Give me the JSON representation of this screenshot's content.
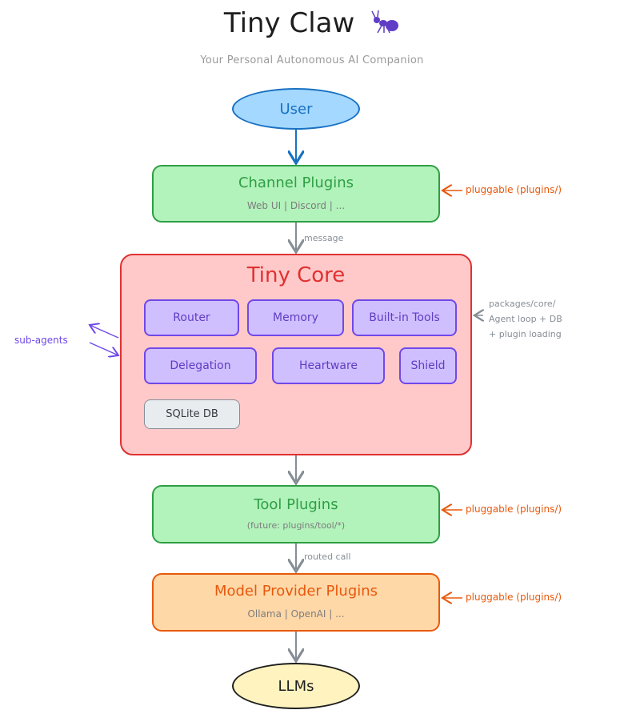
{
  "title": "Tiny Claw",
  "subtitle": "Your Personal Autonomous AI Companion",
  "user_node": "User",
  "channel_plugins": {
    "title": "Channel Plugins",
    "sub": "Web UI  |  Discord  |  ..."
  },
  "message_label": "message",
  "tiny_core": {
    "title": "Tiny Core",
    "modules": [
      "Router",
      "Memory",
      "Built-in Tools",
      "Delegation",
      "Heartware",
      "Shield"
    ],
    "db": "SQLite DB"
  },
  "core_note": [
    "packages/core/",
    "Agent loop + DB",
    "+ plugin loading"
  ],
  "sub_agents_label": "sub-agents",
  "tool_plugins": {
    "title": "Tool Plugins",
    "sub": "(future: plugins/tool/*)"
  },
  "routed_call_label": "routed call",
  "model_provider_plugins": {
    "title": "Model Provider Plugins",
    "sub": "Ollama  |  OpenAI  |  ..."
  },
  "llms_node": "LLMs",
  "pluggable_note": "pluggable (plugins/)",
  "colors": {
    "green_fill": "#b2f2bb",
    "green_stroke": "#2f9e44",
    "red_fill": "#ffc9c9",
    "red_stroke": "#e03131",
    "orange_fill": "#ffd8a8",
    "orange_stroke": "#e8590c",
    "blue_fill": "#a5d8ff",
    "blue_stroke": "#1971c2",
    "yellow_fill": "#fff3bf",
    "purple_fill": "#d0bfff",
    "purple_stroke": "#7048e8"
  },
  "icons": [
    "ant-icon"
  ]
}
